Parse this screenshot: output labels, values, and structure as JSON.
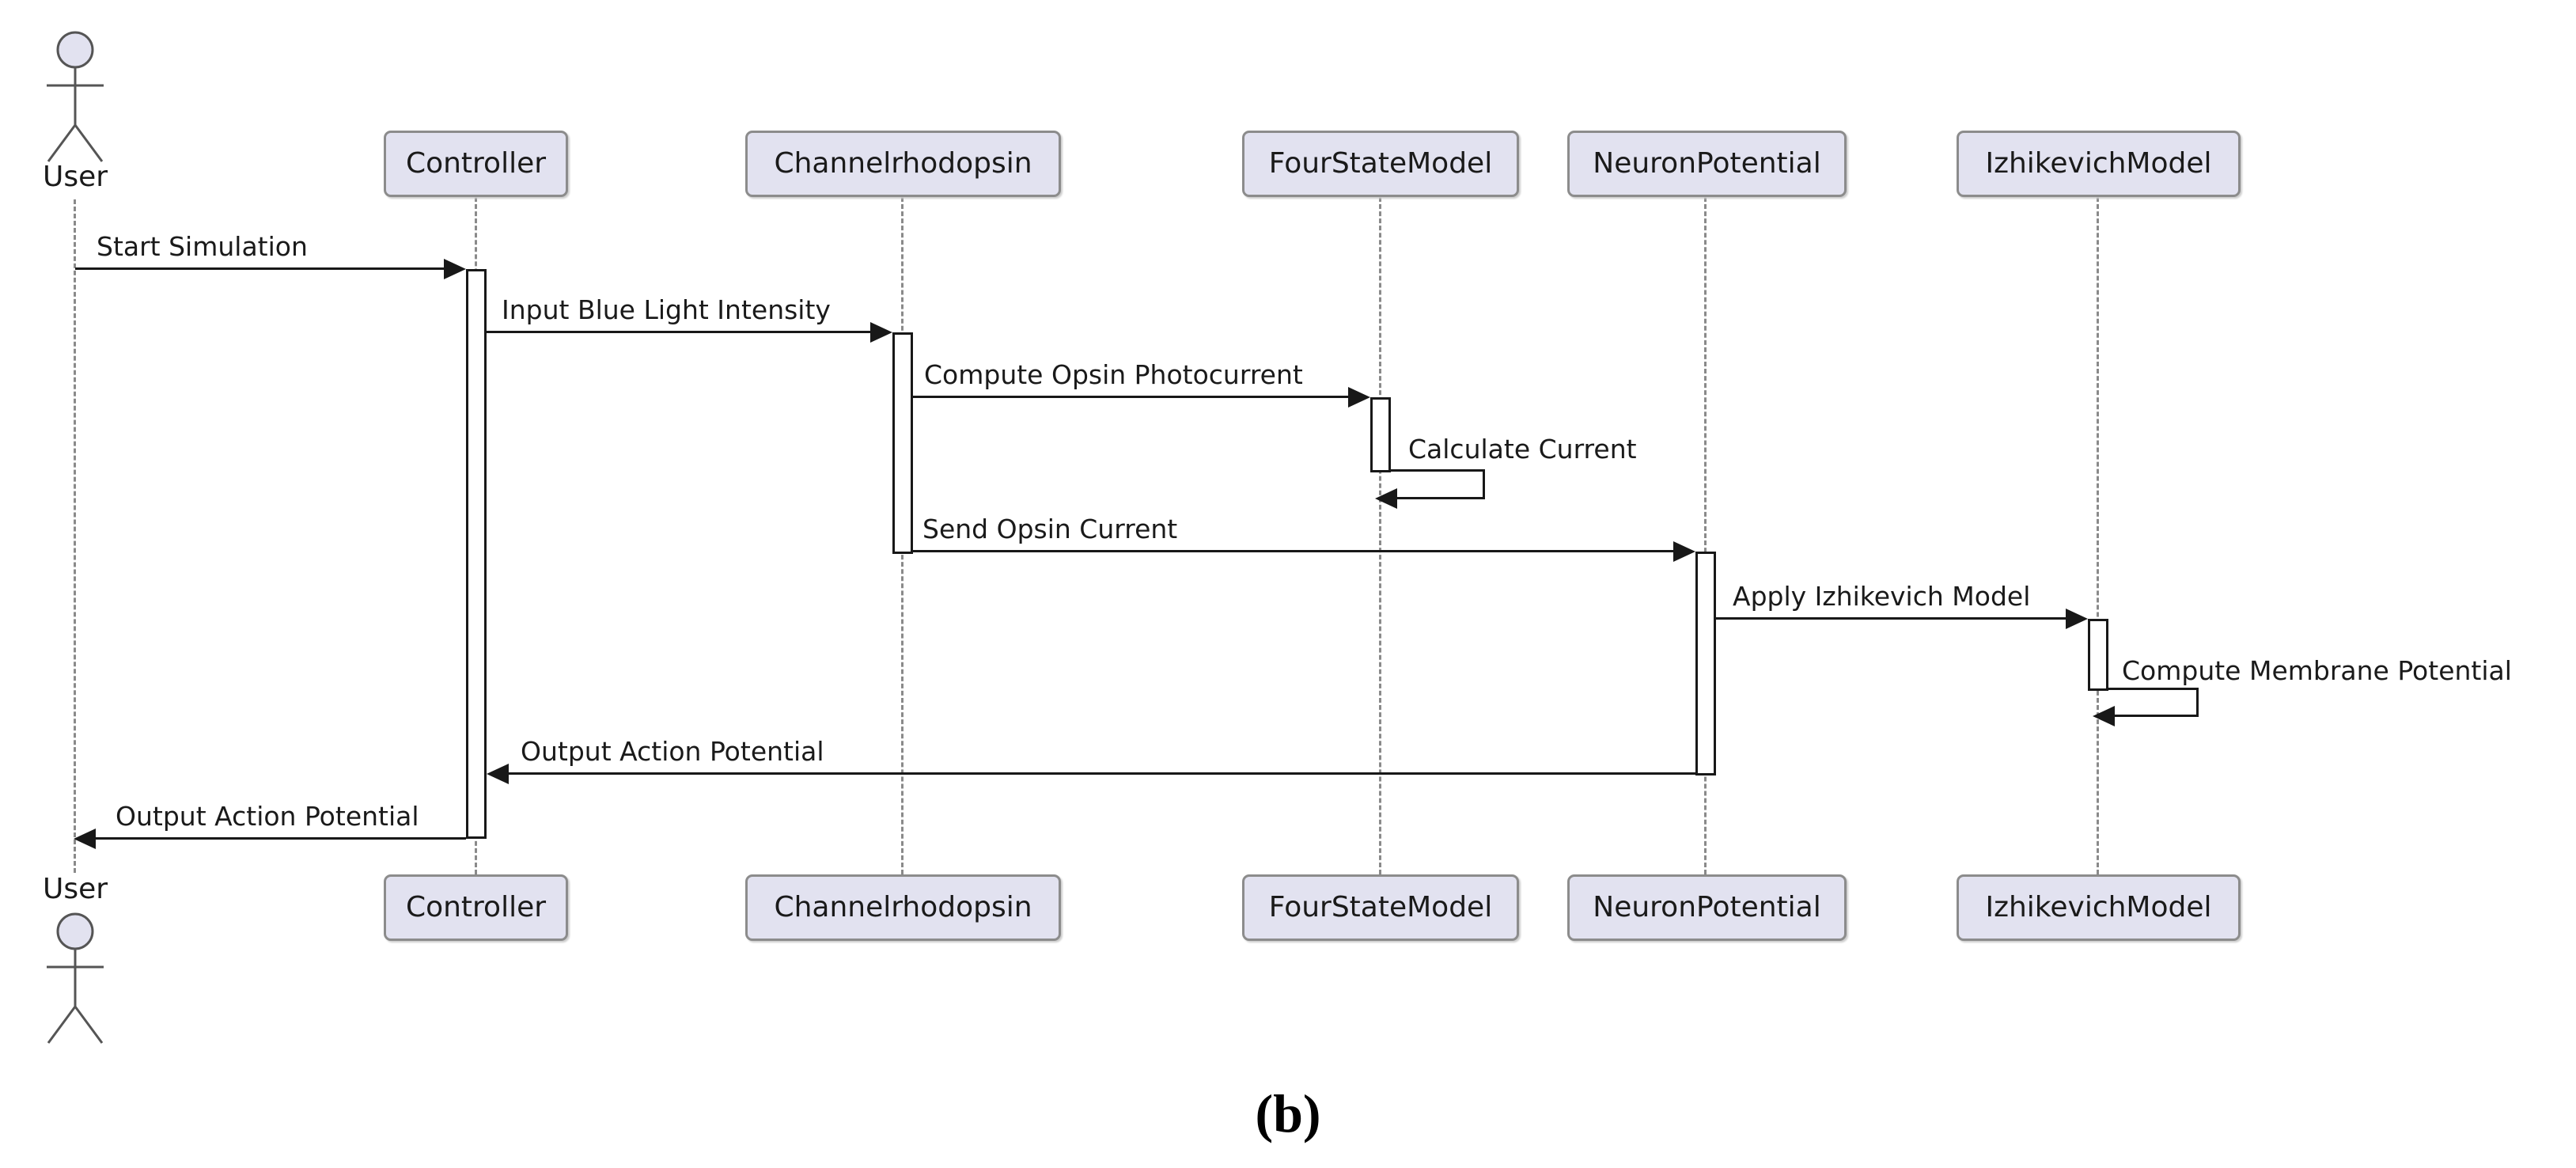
{
  "figure": {
    "caption": "(b)"
  },
  "diagram": {
    "type": "uml-sequence",
    "participants": [
      {
        "id": "user",
        "label": "User",
        "kind": "actor"
      },
      {
        "id": "controller",
        "label": "Controller",
        "kind": "participant"
      },
      {
        "id": "channelrhodopsin",
        "label": "Channelrhodopsin",
        "kind": "participant"
      },
      {
        "id": "fourstatemodel",
        "label": "FourStateModel",
        "kind": "participant"
      },
      {
        "id": "neuronpotential",
        "label": "NeuronPotential",
        "kind": "participant"
      },
      {
        "id": "izhikevichmodel",
        "label": "IzhikevichModel",
        "kind": "participant"
      }
    ],
    "messages": [
      {
        "from": "User",
        "to": "Controller",
        "label": "Start Simulation",
        "kind": "call"
      },
      {
        "from": "Controller",
        "to": "Channelrhodopsin",
        "label": "Input Blue Light Intensity",
        "kind": "call"
      },
      {
        "from": "Channelrhodopsin",
        "to": "FourStateModel",
        "label": "Compute Opsin Photocurrent",
        "kind": "call"
      },
      {
        "from": "FourStateModel",
        "to": "FourStateModel",
        "label": "Calculate Current",
        "kind": "self"
      },
      {
        "from": "Channelrhodopsin",
        "to": "NeuronPotential",
        "label": "Send Opsin Current",
        "kind": "call"
      },
      {
        "from": "NeuronPotential",
        "to": "IzhikevichModel",
        "label": "Apply Izhikevich Model",
        "kind": "call"
      },
      {
        "from": "IzhikevichModel",
        "to": "IzhikevichModel",
        "label": "Compute Membrane Potential",
        "kind": "self"
      },
      {
        "from": "NeuronPotential",
        "to": "Controller",
        "label": "Output Action Potential",
        "kind": "return"
      },
      {
        "from": "Controller",
        "to": "User",
        "label": "Output Action Potential",
        "kind": "return"
      }
    ],
    "colors": {
      "background": "#ffffff",
      "participant_fill": "#e2e2f0",
      "participant_border": "#8c8c8c",
      "lifeline": "#8a8a8a",
      "message_line": "#181818",
      "text": "#1a1a1a",
      "actor_fill": "#e2e2f0",
      "actor_stroke": "#555555"
    }
  }
}
